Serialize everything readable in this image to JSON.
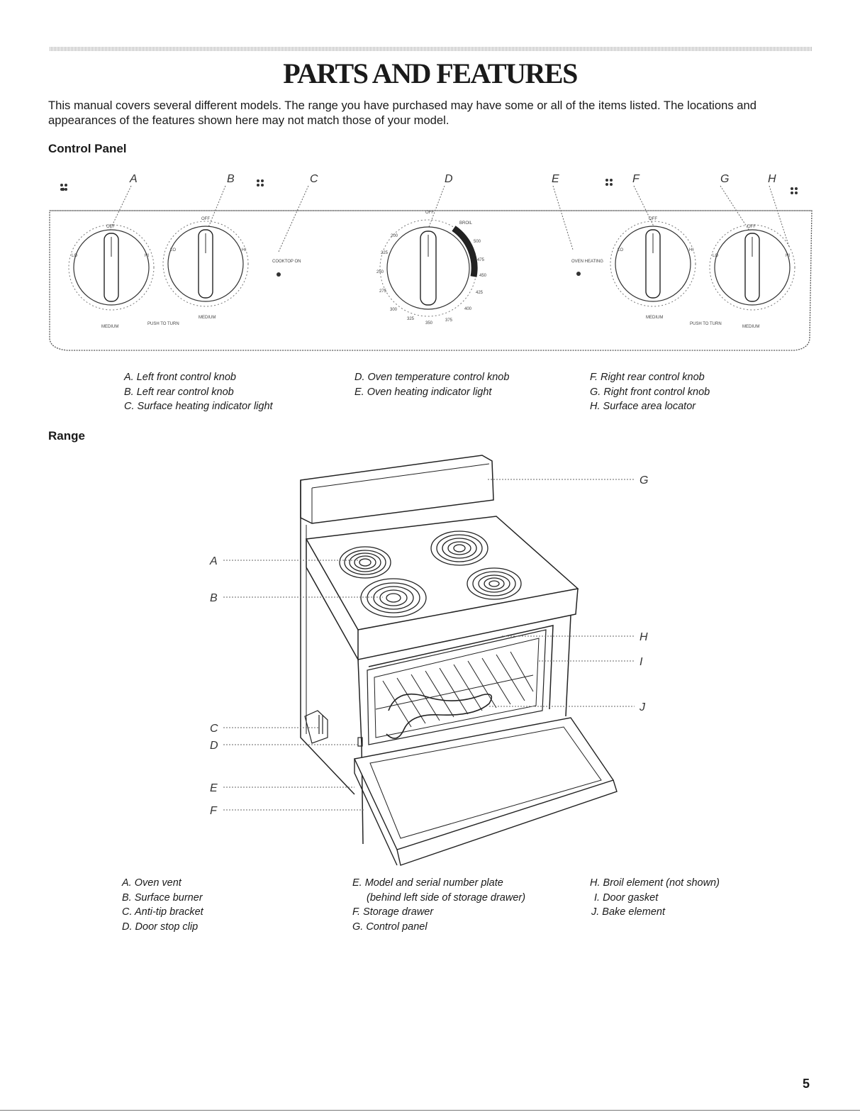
{
  "title": "PARTS AND FEATURES",
  "intro": "This manual covers several different models. The range you have purchased may have some or all of the items listed. The locations and appearances of the features shown here may not match those of your model.",
  "control_panel": {
    "heading": "Control Panel",
    "letters": [
      "A",
      "B",
      "C",
      "D",
      "E",
      "F",
      "G",
      "H"
    ],
    "knob_labels": {
      "off": "OFF",
      "lo": "LO",
      "hi": "HI",
      "medium": "MEDIUM",
      "push_to_turn": "PUSH TO TURN",
      "cooktop_on": "COOKTOP ON",
      "oven_heating": "OVEN HEATING",
      "broil": "BROIL"
    },
    "temps": [
      "200",
      "225",
      "250",
      "275",
      "300",
      "325",
      "350",
      "375",
      "400",
      "425",
      "450",
      "475",
      "500"
    ],
    "captions": [
      [
        "A. Left front control knob",
        "B. Left rear control knob",
        "C. Surface heating indicator light"
      ],
      [
        "D. Oven temperature control knob",
        "E. Oven heating indicator light"
      ],
      [
        "F. Right rear control knob",
        "G. Right front control knob",
        "H. Surface area locator"
      ]
    ]
  },
  "range": {
    "heading": "Range",
    "left_letters": [
      "A",
      "B",
      "C",
      "D",
      "E",
      "F"
    ],
    "right_letters": [
      "G",
      "H",
      "I",
      "J"
    ],
    "captions": [
      [
        "A. Oven vent",
        "B. Surface burner",
        "C. Anti-tip bracket",
        "D. Door stop clip"
      ],
      [
        "E. Model and serial number plate",
        "(behind left side of storage drawer)",
        "F. Storage drawer",
        "G. Control panel"
      ],
      [
        "H. Broil element (not shown)",
        "I. Door gasket",
        "J. Bake element"
      ]
    ]
  },
  "page_number": "5",
  "colors": {
    "ink": "#1a1a1a",
    "line": "#555555",
    "broil_band": "#222222"
  }
}
